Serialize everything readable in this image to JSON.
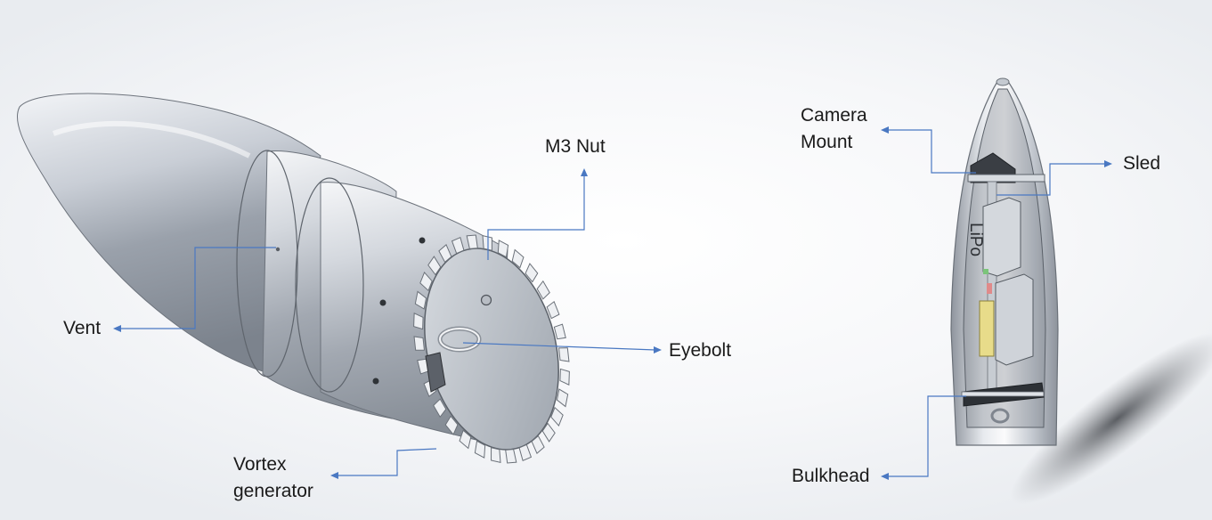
{
  "labels": {
    "m3_nut": "M3 Nut",
    "vent": "Vent",
    "eyebolt": "Eyebolt",
    "vortex_generator_line1": "Vortex",
    "vortex_generator_line2": "generator",
    "camera_mount_line1": "Camera",
    "camera_mount_line2": "Mount",
    "sled": "Sled",
    "bulkhead": "Bulkhead",
    "lipo": "LiPo"
  },
  "colors": {
    "callout_line": "#4a78c2",
    "metal_light": "#e4e7ec",
    "metal_dark": "#7f858e",
    "battery_yellow": "#e8dc8a"
  }
}
